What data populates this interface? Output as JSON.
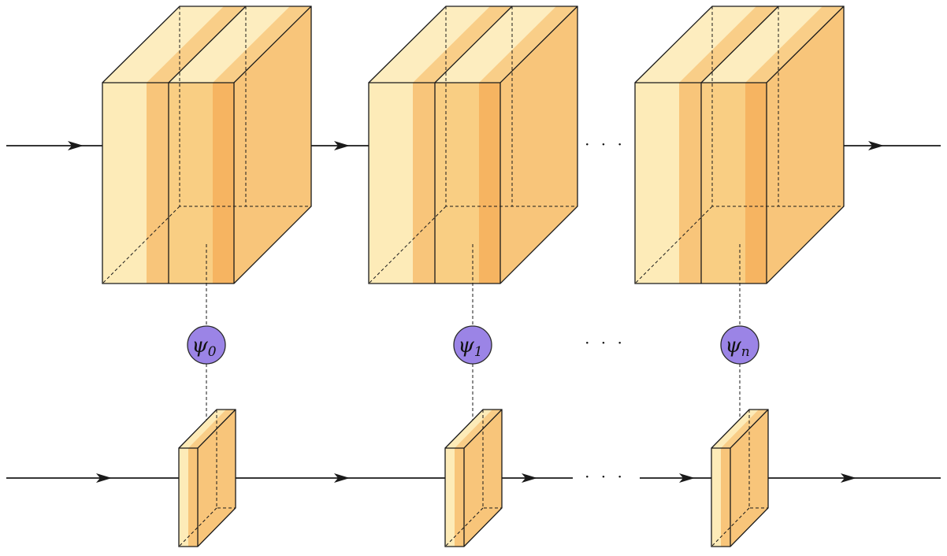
{
  "colors": {
    "slab_light": "#FDEBB8",
    "slab_mid": "#F8C57A",
    "slab_dark": "#F4A94E",
    "node_fill": "#9B84E6",
    "node_stroke": "#2A2A2A",
    "line": "#1A1A1A"
  },
  "ellipsis": "· · ·",
  "nodes": [
    {
      "symbol": "ψ",
      "subscript": "0"
    },
    {
      "symbol": "ψ",
      "subscript": "1"
    },
    {
      "symbol": "ψ",
      "subscript": "n"
    }
  ]
}
